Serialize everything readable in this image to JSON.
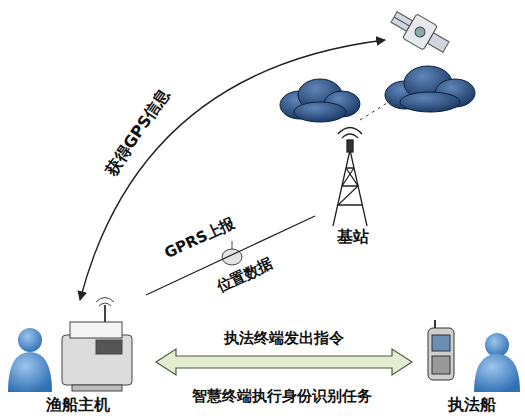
{
  "diagram": {
    "nodes": [
      {
        "text": [
          "渔船主机"
        ]
      },
      {
        "text": [
          "执法船"
        ]
      },
      {
        "text": [
          "基站"
        ]
      }
    ],
    "edges": [
      {
        "from": 0,
        "to": 2,
        "arrow": "none"
      },
      {
        "from": 0,
        "to": 1,
        "arrow": "both",
        "label": "执法终端发出指令"
      }
    ],
    "labels": [
      "获得GPS信息",
      "GPRS上报",
      "位置数据",
      "智慧终端执行身份识别任务"
    ]
  }
}
